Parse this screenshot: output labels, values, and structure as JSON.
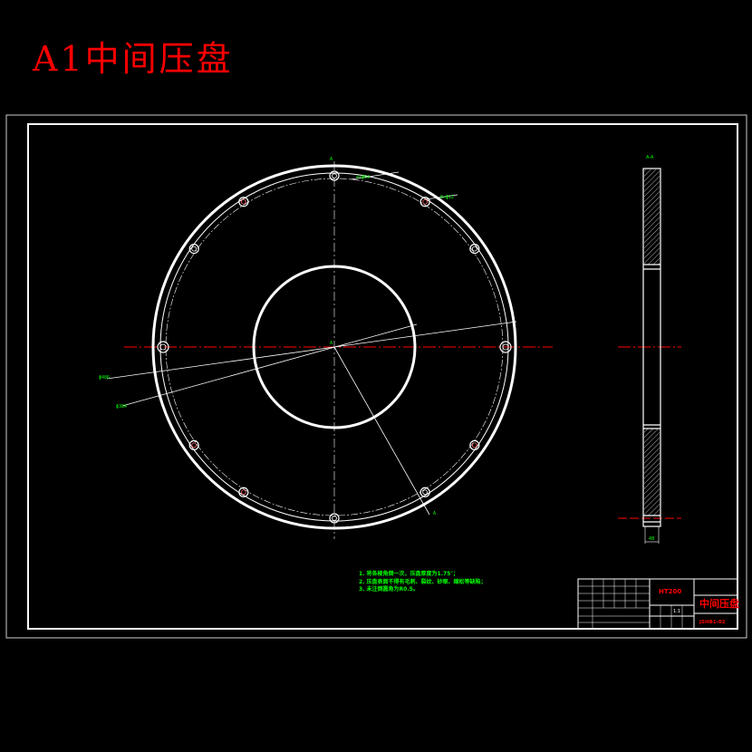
{
  "page_title": "A1中间压盘",
  "colors": {
    "background": "#000000",
    "title": "#ff0000",
    "lines": "#ffffff",
    "centerline": "#ff0000",
    "annotation": "#00ff00",
    "note": "#00ff00",
    "hatch": "#ffffff"
  },
  "drawing": {
    "plan_view": {
      "section_mark": "A",
      "dimensions": [
        "ɸ486",
        "ɸ384",
        "4×ɸ64",
        "8×ɸ12"
      ]
    },
    "section_view": {
      "label": "A-A",
      "thickness_dim": "48"
    },
    "notes": [
      "1. 将各棱角倒一次，压盘厚度为1.75″；",
      "2. 压盘表面不得有毛刺、裂纹、砂眼、缩松等缺陷；",
      "3. 未注倒圆角为R0.5。"
    ]
  },
  "title_block": {
    "part_name": "中间压盘",
    "material": "HT200",
    "scale": "1:1",
    "code": "JSHB1-02"
  }
}
